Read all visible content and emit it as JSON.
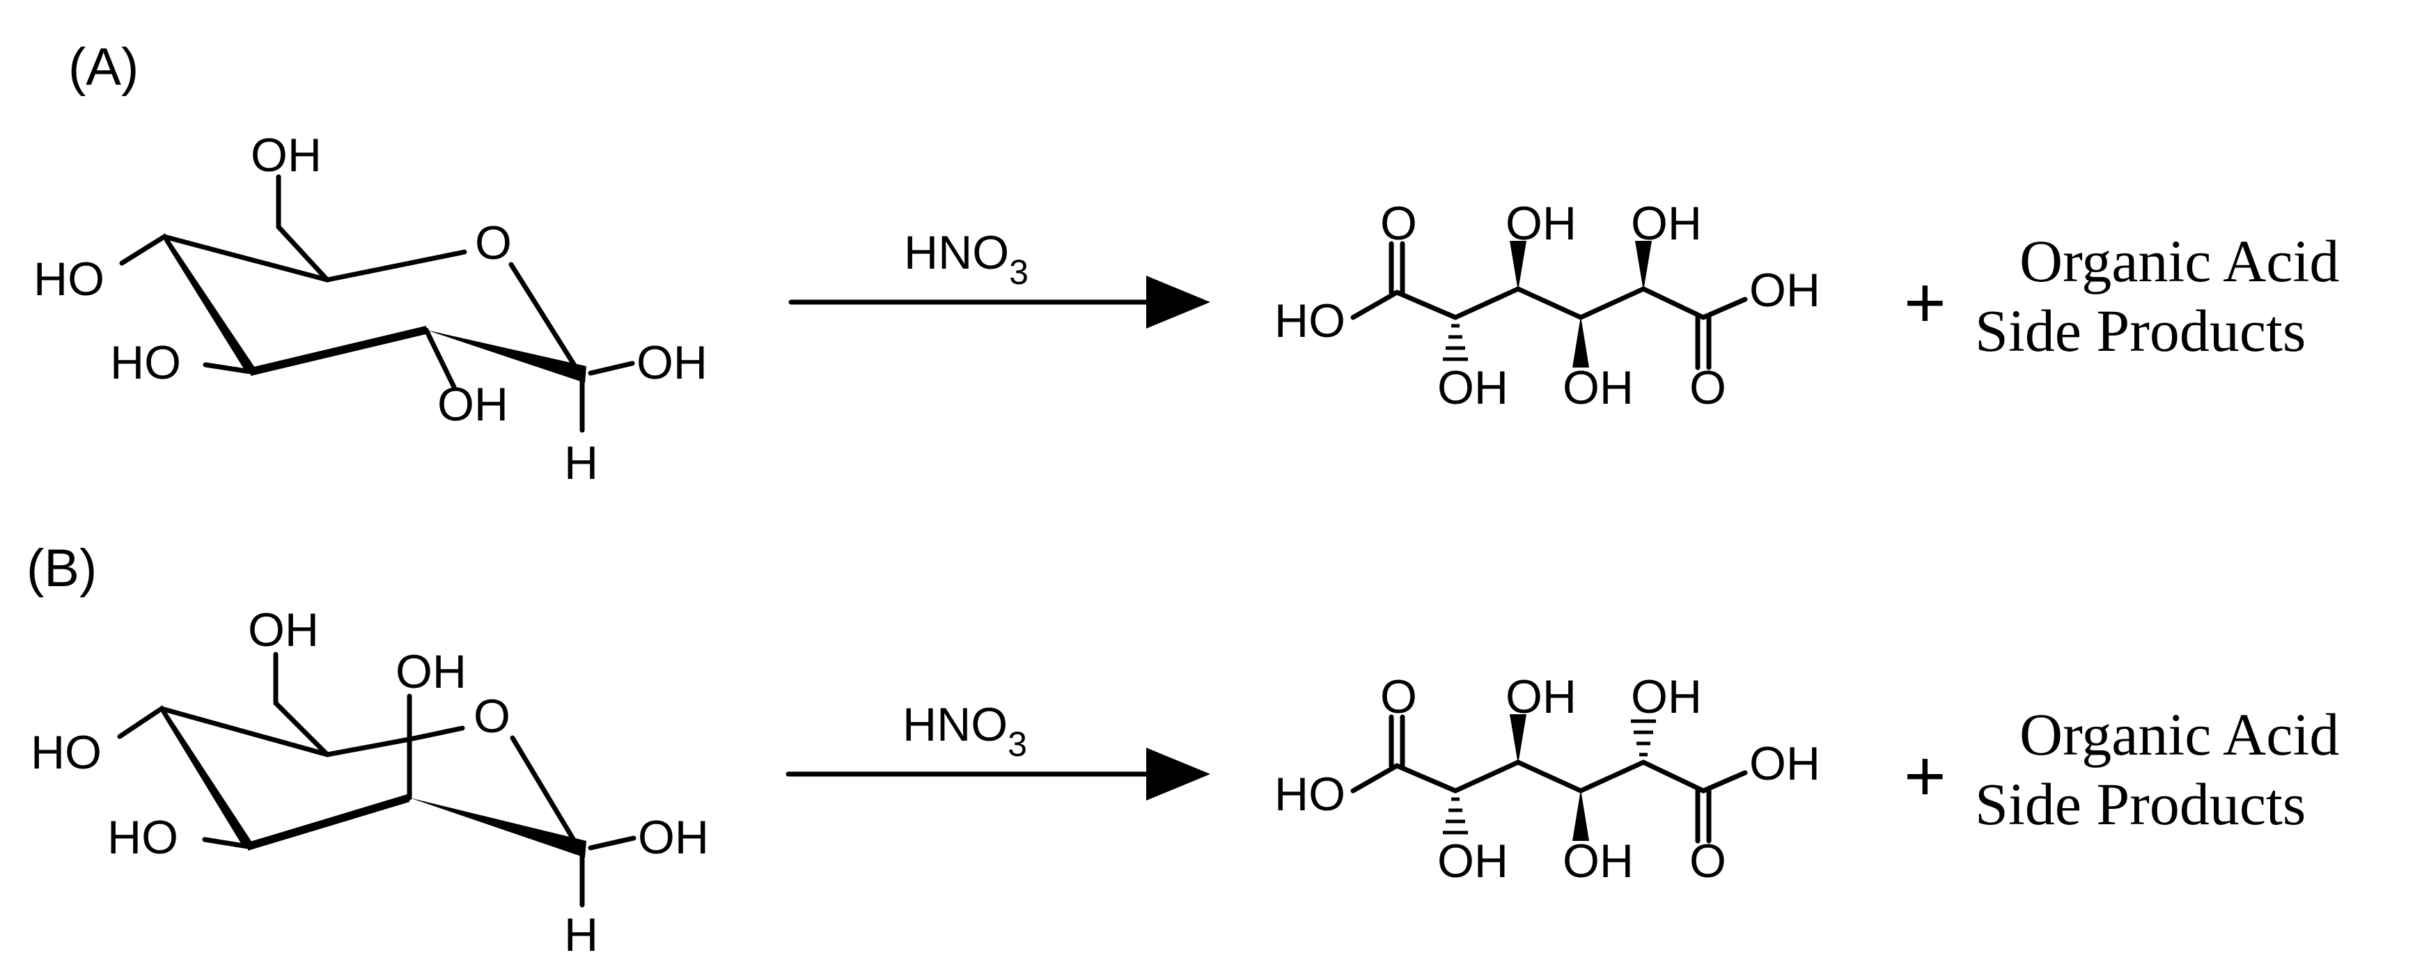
{
  "panels": [
    {
      "id": "A",
      "tag": "(A)",
      "reactant_labels": {
        "oh6": "OH",
        "oh4": "HO",
        "oh3": "HO",
        "oh2": "OH",
        "oh1": "OH",
        "ring_o": "O",
        "h1": "H"
      },
      "reagent": {
        "main": "HNO",
        "subscript": "3"
      },
      "product_labels": {
        "o_left": "O",
        "oh_acid_left": "HO",
        "oh_top1": "OH",
        "oh_top2": "OH",
        "oh_acid_right": "OH",
        "o_right": "O",
        "oh_bot1": "OH",
        "oh_bot2": "OH"
      },
      "plus": "+",
      "side_products": [
        "Organic Acid",
        "Side Products"
      ]
    },
    {
      "id": "B",
      "tag": "(B)",
      "reactant_labels": {
        "oh6": "OH",
        "oh2": "OH",
        "oh4": "HO",
        "oh3": "HO",
        "oh1": "OH",
        "ring_o": "O",
        "h1": "H"
      },
      "reagent": {
        "main": "HNO",
        "subscript": "3"
      },
      "product_labels": {
        "o_left": "O",
        "oh_acid_left": "HO",
        "oh_top1": "OH",
        "oh_top2": "OH",
        "oh_acid_right": "OH",
        "o_right": "O",
        "oh_bot1": "OH",
        "oh_bot2": "OH"
      },
      "plus": "+",
      "side_products": [
        "Organic Acid",
        "Side Products"
      ]
    }
  ]
}
